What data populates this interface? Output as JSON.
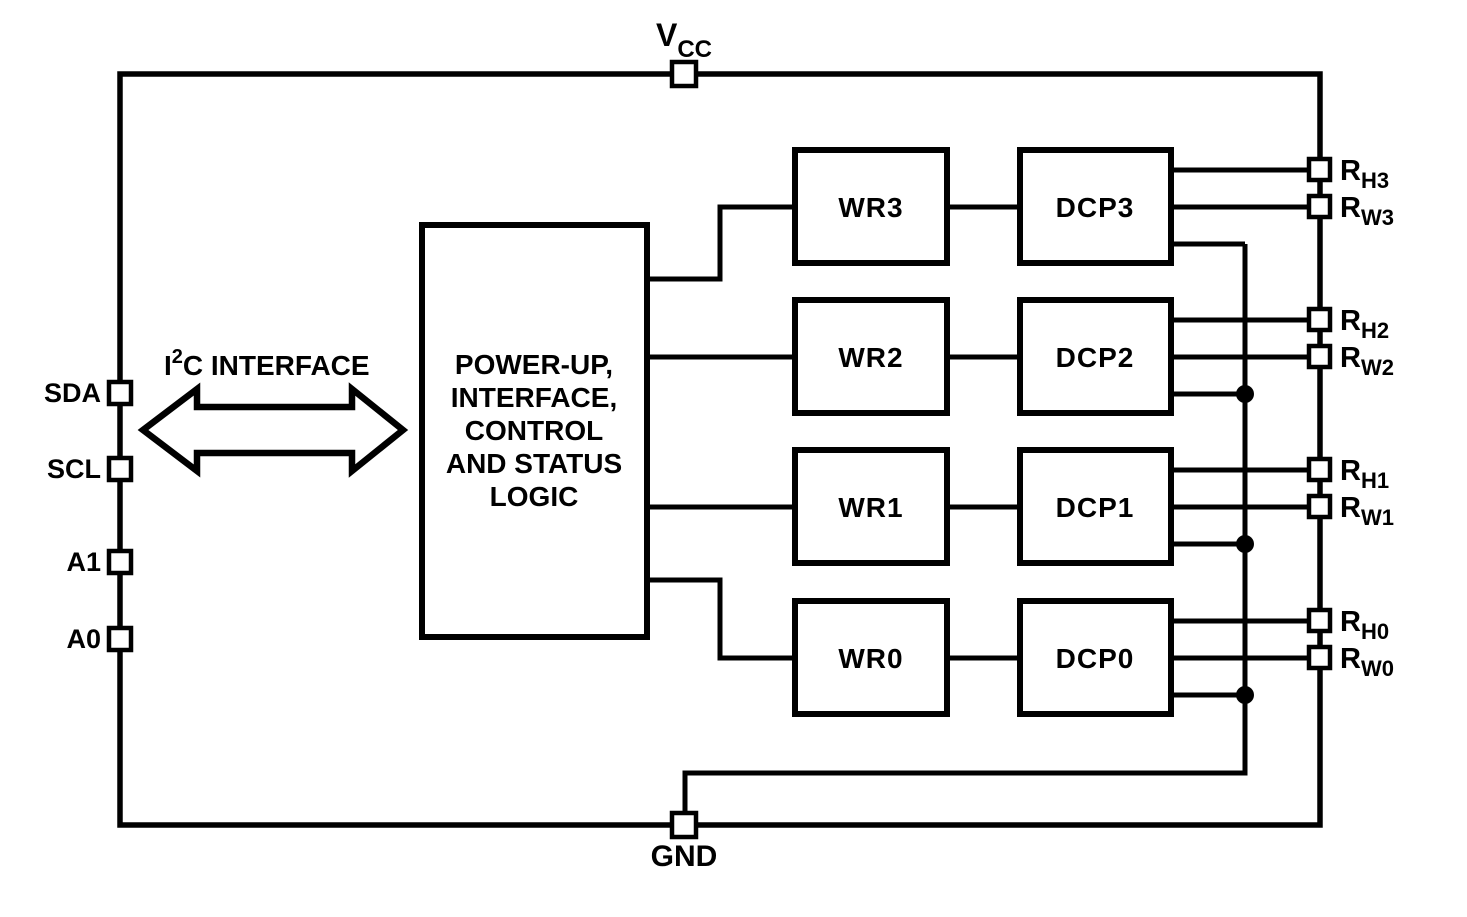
{
  "colors": {
    "line": "#000000",
    "background": "#ffffff"
  },
  "labels": {
    "vcc": {
      "main": "V",
      "sub": "CC"
    },
    "gnd": "GND",
    "i2c": {
      "main": "I",
      "sup": "2",
      "rest": "C INTERFACE"
    }
  },
  "logic_block": {
    "lines": [
      "POWER-UP,",
      "INTERFACE,",
      "CONTROL",
      "AND STATUS",
      "LOGIC"
    ]
  },
  "pins": {
    "left": [
      "SDA",
      "SCL",
      "A1",
      "A0"
    ],
    "right": [
      {
        "main": "R",
        "sub": "H3"
      },
      {
        "main": "R",
        "sub": "W3"
      },
      {
        "main": "R",
        "sub": "H2"
      },
      {
        "main": "R",
        "sub": "W2"
      },
      {
        "main": "R",
        "sub": "H1"
      },
      {
        "main": "R",
        "sub": "W1"
      },
      {
        "main": "R",
        "sub": "H0"
      },
      {
        "main": "R",
        "sub": "W0"
      }
    ]
  },
  "blocks": {
    "wr": [
      "WR3",
      "WR2",
      "WR1",
      "WR0"
    ],
    "dcp": [
      "DCP3",
      "DCP2",
      "DCP1",
      "DCP0"
    ]
  }
}
